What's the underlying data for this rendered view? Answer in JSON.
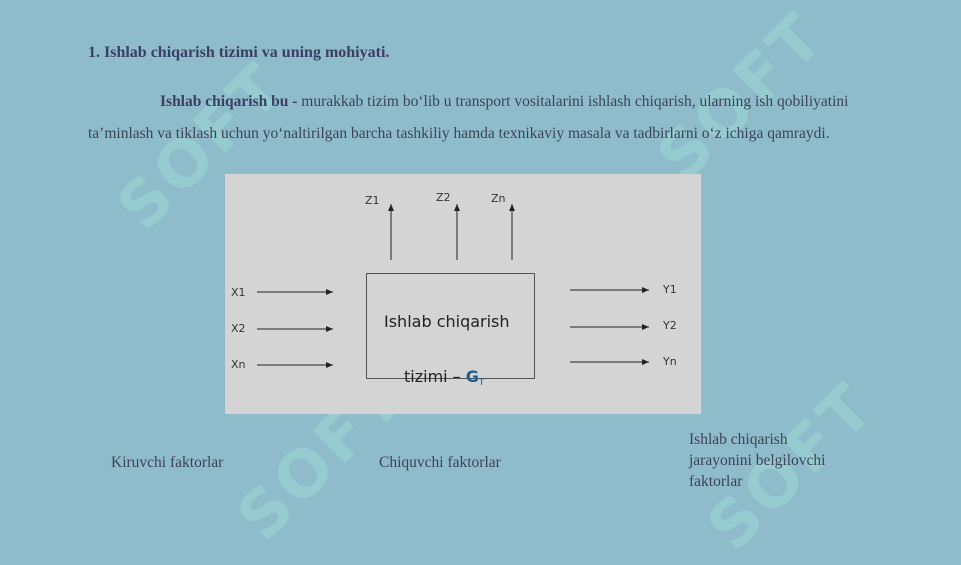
{
  "watermark_text": "SOFT",
  "heading": "1.   Ishlab chiqarish tizimi va uning mohiyati.",
  "paragraph": {
    "bold_lead": "Ishlab chiqarish bu -",
    "body": " murakkab tizim bo‘lib u transport vositalarini ishlash chiqarish, ularning ish qobiliyatini ta’minlash va tiklash uchun yo‘naltirilgan barcha tashkiliy hamda texnikaviy masala va tadbirlarni o‘z ichiga qamraydi."
  },
  "diagram": {
    "inputs": [
      "X1",
      "X2",
      "Xn"
    ],
    "outputs": [
      "Y1",
      "Y2",
      "Yn"
    ],
    "disturbances": [
      "Z1",
      "Z2",
      "Zn"
    ],
    "box_line1": "Ishlab chiqarish",
    "box_line2_prefix": "tizimi – ",
    "box_symbol": "G",
    "box_symbol_sub": "T"
  },
  "footer": {
    "inputs_label": "Kiruvchi faktorlar",
    "outputs_label": "Chiquvchi faktorlar",
    "process_label_lines": [
      "Ishlab chiqarish",
      "jarayonini belgilovchi",
      "faktorlar"
    ]
  }
}
